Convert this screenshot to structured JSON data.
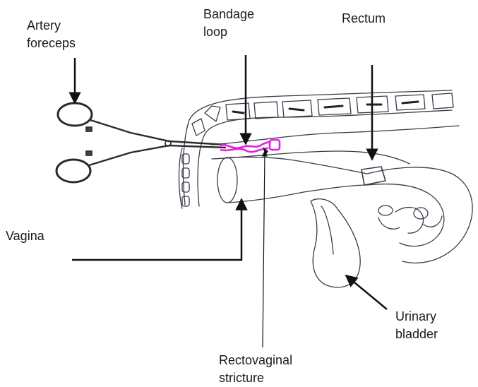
{
  "labels": {
    "artery_forceps": [
      "Artery",
      "foreceps"
    ],
    "bandage_loop": [
      "Bandage",
      "loop"
    ],
    "rectum": "Rectum",
    "vagina": "Vagina",
    "urinary_bladder": [
      "Urinary",
      "bladder"
    ],
    "rectovaginal_stricture": [
      "Rectovaginal",
      "stricture"
    ]
  },
  "colors": {
    "ink": "#1a1a1a",
    "bandage": "#e41ee4",
    "sketch": "#3a3a4a"
  }
}
